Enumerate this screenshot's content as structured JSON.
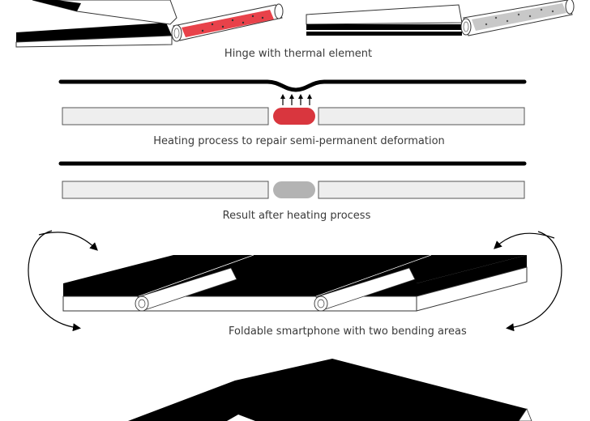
{
  "captions": {
    "hinge": "Hinge with thermal element",
    "heating": "Heating process to repair semi-permanent deformation",
    "result": "Result after heating process",
    "foldable": "Foldable smartphone with two bending areas"
  },
  "colors": {
    "panel_black": "#000000",
    "slab_fill": "#eeeeee",
    "heater_hot": "#d9363e",
    "heater_cold": "#b3b3b3",
    "hinge_hot": "#e8424a",
    "hinge_cold": "#c8c8c8",
    "outline": "#333333",
    "caption_text": "#3a3a3a"
  }
}
